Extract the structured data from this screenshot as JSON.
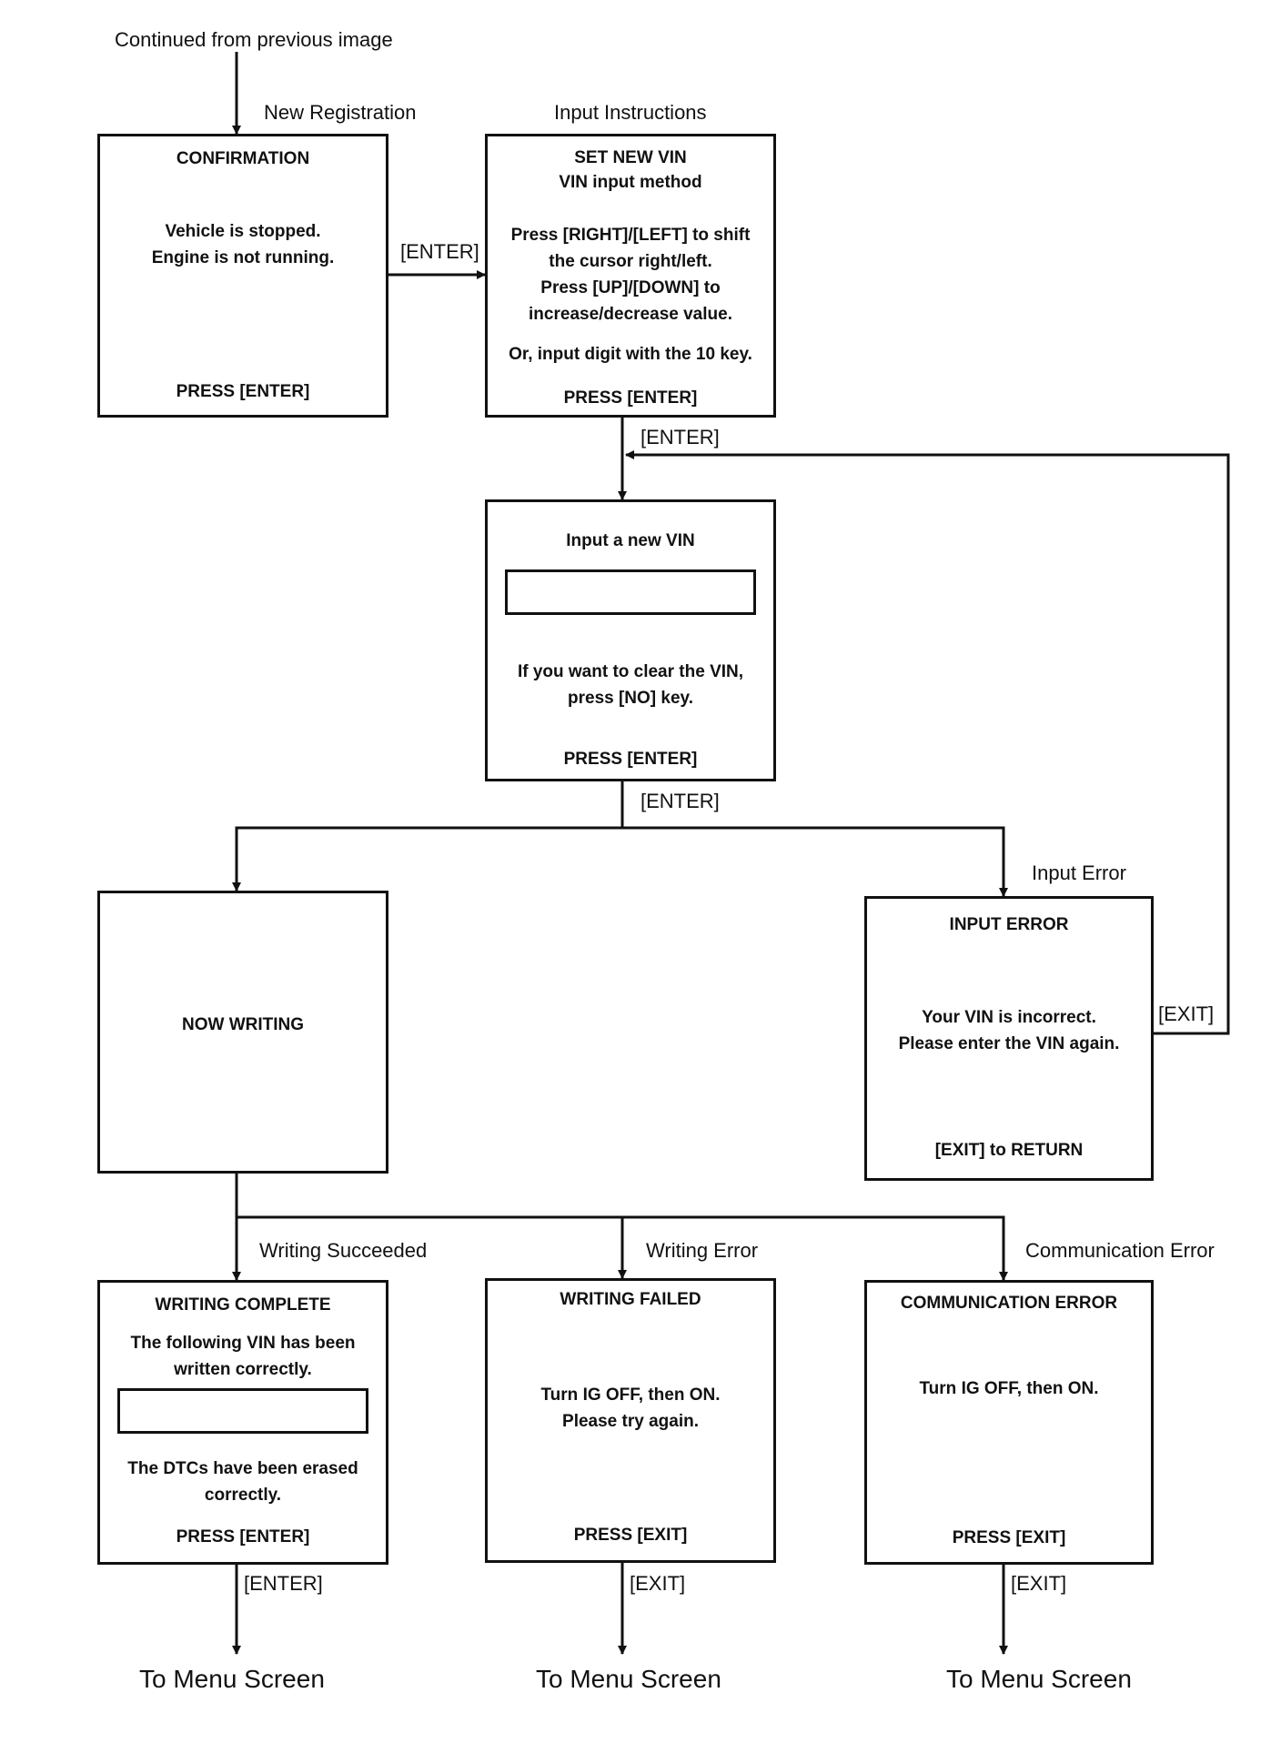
{
  "labels": {
    "continued": "Continued from previous image",
    "new_registration": "New Registration",
    "input_instructions": "Input Instructions",
    "enter": "[ENTER]",
    "exit": "[EXIT]",
    "input_error": "Input Error",
    "writing_succeeded": "Writing Succeeded",
    "writing_error": "Writing Error",
    "communication_error": "Communication Error",
    "to_menu": "To Menu Screen"
  },
  "screens": {
    "confirmation": {
      "title": "CONFIRMATION",
      "body": "Vehicle is stopped.\nEngine is not running.",
      "footer": "PRESS [ENTER]"
    },
    "set_new_vin": {
      "title": "SET NEW VIN\nVIN input method",
      "body": "Press [RIGHT]/[LEFT] to shift\nthe cursor right/left.\nPress [UP]/[DOWN] to\nincrease/decrease value.",
      "body2": "Or, input digit with the 10 key.",
      "footer": "PRESS [ENTER]"
    },
    "input_vin": {
      "title": "Input a new VIN",
      "body": "If you want to clear the VIN,\npress [NO] key.",
      "footer": "PRESS [ENTER]"
    },
    "now_writing": {
      "title": "NOW WRITING"
    },
    "input_error": {
      "title": "INPUT ERROR",
      "body": "Your VIN is incorrect.\nPlease enter the VIN again.",
      "footer": "[EXIT] to RETURN"
    },
    "writing_complete": {
      "title": "WRITING COMPLETE",
      "body": "The following VIN has been\nwritten correctly.",
      "body2": "The DTCs have been erased\ncorrectly.",
      "footer": "PRESS [ENTER]"
    },
    "writing_failed": {
      "title": "WRITING FAILED",
      "body": "Turn IG OFF, then ON.\nPlease try again.",
      "footer": "PRESS [EXIT]"
    },
    "communication_error": {
      "title": "COMMUNICATION ERROR",
      "body": "Turn IG OFF, then ON.",
      "footer": "PRESS [EXIT]"
    }
  }
}
